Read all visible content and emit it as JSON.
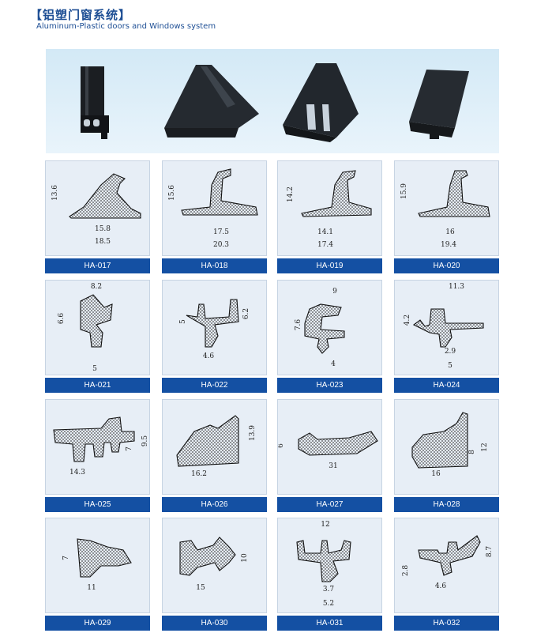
{
  "header": {
    "title": "【铝塑门窗系统】",
    "subtitle": "Aluminum-Plastic doors and Windows system"
  },
  "products": [
    {
      "code": "HA-017",
      "dims": [
        "13.6",
        "15.8",
        "18.5"
      ]
    },
    {
      "code": "HA-018",
      "dims": [
        "15.6",
        "17.5",
        "20.3"
      ]
    },
    {
      "code": "HA-019",
      "dims": [
        "14.2",
        "14.1",
        "17.4"
      ]
    },
    {
      "code": "HA-020",
      "dims": [
        "15.9",
        "16",
        "19.4"
      ]
    },
    {
      "code": "HA-021",
      "dims": [
        "8.2",
        "6.6",
        "5"
      ]
    },
    {
      "code": "HA-022",
      "dims": [
        "5",
        "6.2",
        "4.6"
      ]
    },
    {
      "code": "HA-023",
      "dims": [
        "9",
        "7.6",
        "4"
      ]
    },
    {
      "code": "HA-024",
      "dims": [
        "11.3",
        "4.2",
        "2.9",
        "5"
      ]
    },
    {
      "code": "HA-025",
      "dims": [
        "7",
        "9.5",
        "14.3"
      ]
    },
    {
      "code": "HA-026",
      "dims": [
        "13.9",
        "16.2"
      ]
    },
    {
      "code": "HA-027",
      "dims": [
        "6",
        "31"
      ]
    },
    {
      "code": "HA-028",
      "dims": [
        "8",
        "12",
        "16"
      ]
    },
    {
      "code": "HA-029",
      "dims": [
        "7",
        "11"
      ]
    },
    {
      "code": "HA-030",
      "dims": [
        "10",
        "15"
      ]
    },
    {
      "code": "HA-031",
      "dims": [
        "12",
        "3.7",
        "5.2"
      ]
    },
    {
      "code": "HA-032",
      "dims": [
        "2.8",
        "8.7",
        "4.6"
      ]
    }
  ]
}
